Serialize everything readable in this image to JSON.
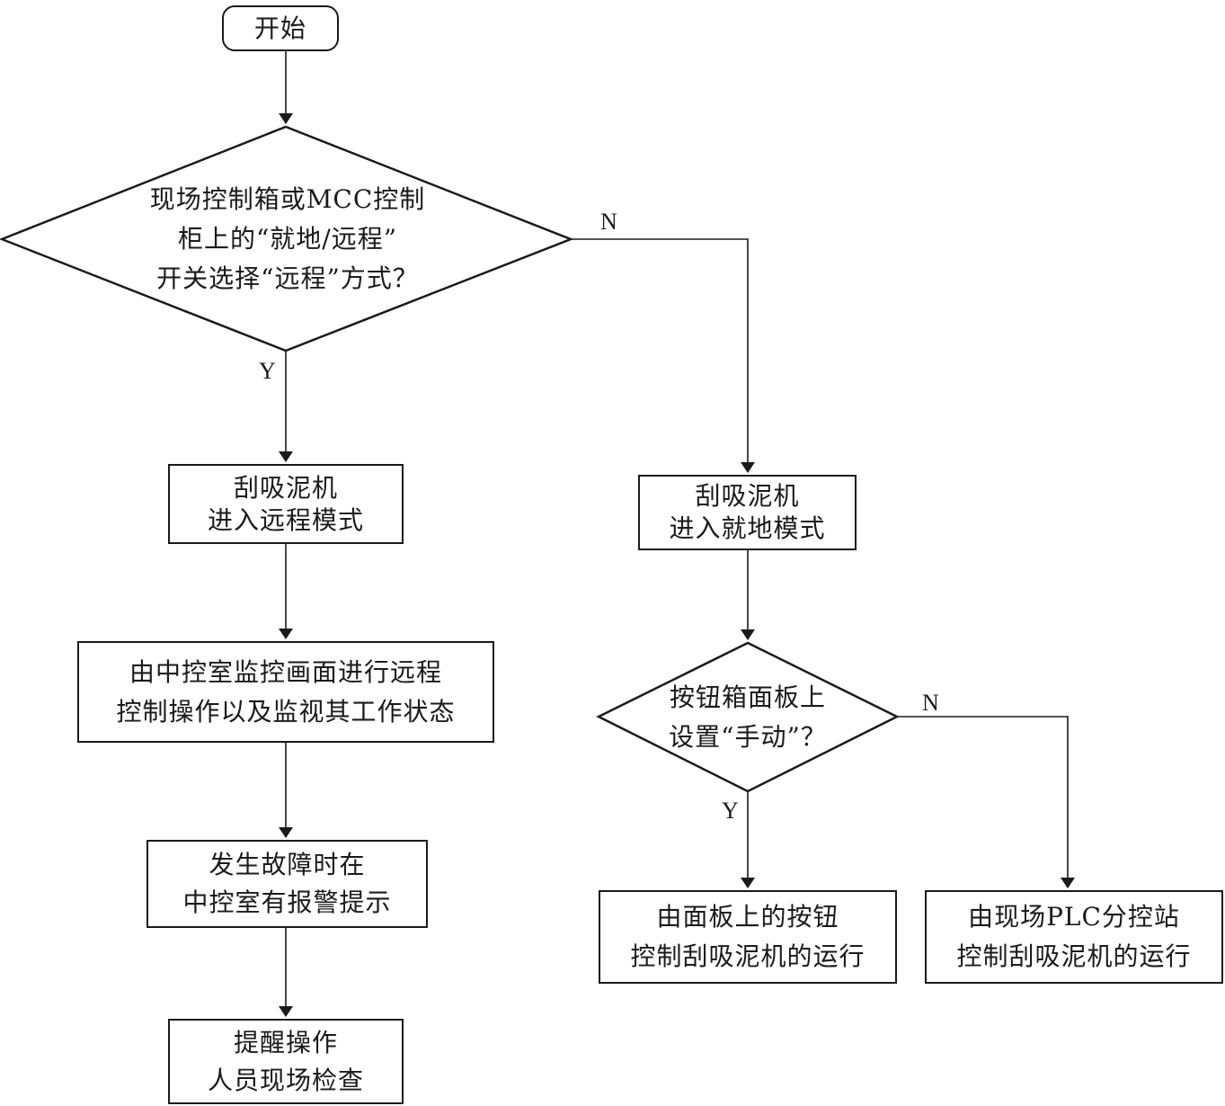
{
  "start": "开始",
  "decision1": {
    "lines": [
      "现场控制箱或MCC控制",
      "柜上的“就地/远程”",
      "开关选择“远程”方式？"
    ],
    "yes": "Y",
    "no": "N"
  },
  "remote_mode": {
    "lines": [
      "刮吸泥机",
      "进入远程模式"
    ]
  },
  "central_control": {
    "lines": [
      "由中控室监控画面进行远程",
      "控制操作以及监视其工作状态"
    ]
  },
  "alarm": {
    "lines": [
      "发生故障时在",
      "中控室有报警提示"
    ]
  },
  "remind": {
    "lines": [
      "提醒操作",
      "人员现场检查"
    ]
  },
  "local_mode": {
    "lines": [
      "刮吸泥机",
      "进入就地模式"
    ]
  },
  "decision2": {
    "lines": [
      "按钮箱面板上",
      "设置“手动”？"
    ],
    "yes": "Y",
    "no": "N"
  },
  "panel_control": {
    "lines": [
      "由面板上的按钮",
      "控制刮吸泥机的运行"
    ]
  },
  "plc_control": {
    "lines": [
      "由现场PLC分控站",
      "控制刮吸泥机的运行"
    ]
  }
}
